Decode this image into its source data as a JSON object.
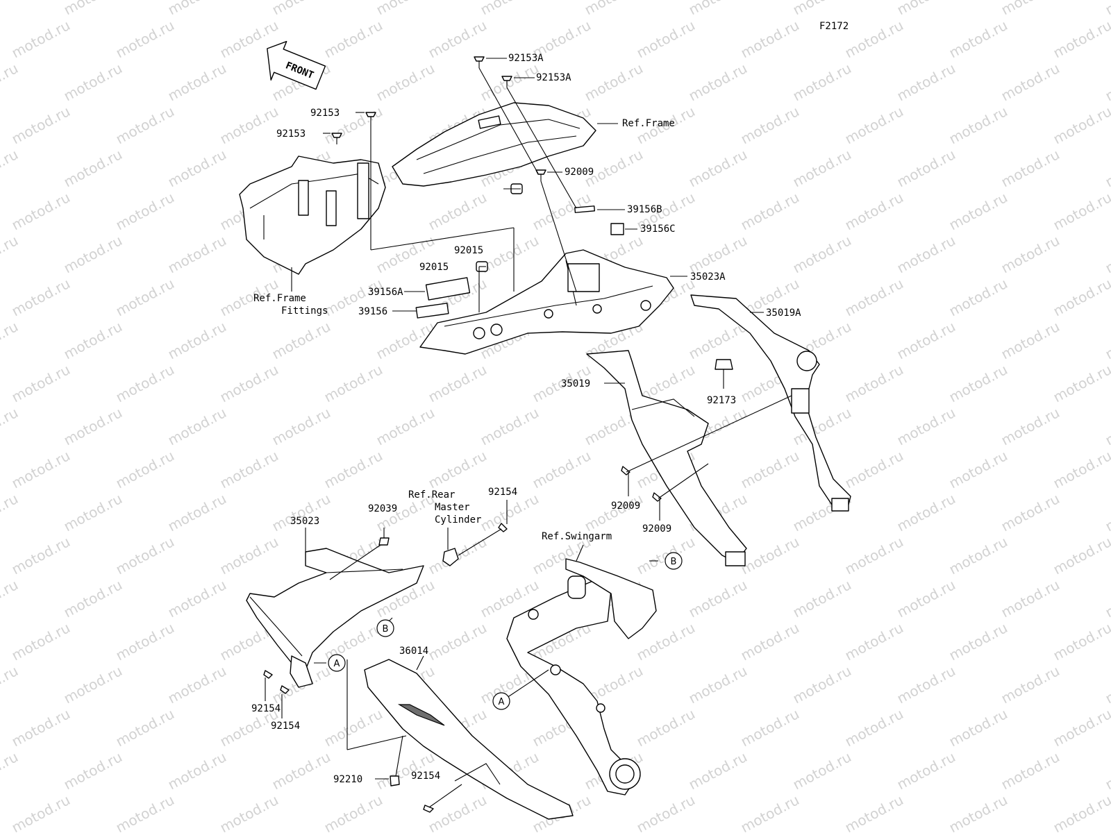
{
  "diagram_code": "F2172",
  "watermark": "motod.ru",
  "front_label": "FRONT",
  "parts": {
    "p92153A_top": "92153A",
    "p92153A_2": "92153A",
    "ref_frame_top": "Ref.Frame",
    "p92153_a": "92153",
    "p92153_b": "92153",
    "p92009_top": "92009",
    "p39156B": "39156B",
    "p39156C": "39156C",
    "p92015_a": "92015",
    "p92015_b": "92015",
    "p35023A": "35023A",
    "ref_frame_fittings_1": "Ref.Frame",
    "ref_frame_fittings_2": "Fittings",
    "p39156A": "39156A",
    "p39156": "39156",
    "p35019A": "35019A",
    "p35019": "35019",
    "p92173": "92173",
    "p92009_mid": "92009",
    "p92009_low": "92009",
    "ref_rear_1": "Ref.Rear",
    "ref_rear_2": "Master",
    "ref_rear_3": "Cylinder",
    "p92154_top": "92154",
    "p35023": "35023",
    "p92039": "92039",
    "ref_swingarm": "Ref.Swingarm",
    "p36014": "36014",
    "p92154_l1": "92154",
    "p92154_l2": "92154",
    "p92210": "92210",
    "p92154_bottom": "92154"
  },
  "callouts": {
    "A": "A",
    "B": "B"
  }
}
